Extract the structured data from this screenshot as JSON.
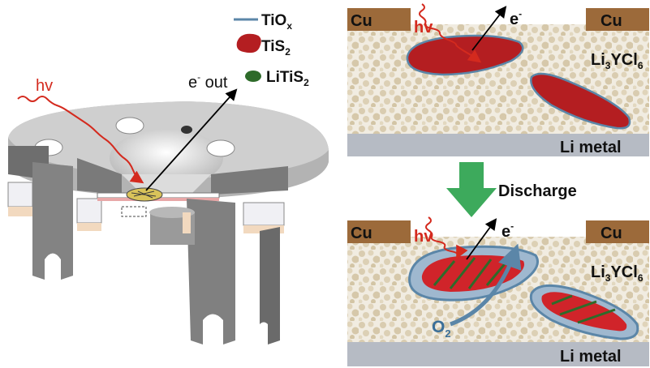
{
  "left": {
    "light": "hv",
    "electron": "e",
    "electron_sup": "-",
    "electron_suffix": " out"
  },
  "legend": {
    "tiox": {
      "main": "TiO",
      "sub": "x",
      "color": "#5b86a8"
    },
    "tis2": {
      "main": "TiS",
      "sub": "2",
      "color": "#b41e21"
    },
    "litis2": {
      "main": "LiTiS",
      "sub": "2",
      "color": "#2e6b2a"
    }
  },
  "top_panel": {
    "cu_left": "Cu",
    "cu_right": "Cu",
    "light": "hv",
    "electron": "e",
    "electron_sup": "-",
    "electrolyte": {
      "a": "Li",
      "s1": "3",
      "b": "YCl",
      "s2": "6"
    },
    "anode": "Li metal"
  },
  "arrow": {
    "label": "Discharge",
    "color": "#3daa5c"
  },
  "bottom_panel": {
    "cu_left": "Cu",
    "cu_right": "Cu",
    "light": "hv",
    "electron": "e",
    "electron_sup": "-",
    "electrolyte": {
      "a": "Li",
      "s1": "3",
      "b": "YCl",
      "s2": "6"
    },
    "gas": {
      "main": "O",
      "sub": "2"
    },
    "anode": "Li metal"
  },
  "colors": {
    "copper": "#9c6a3a",
    "electrolyte_bg": "#f1ece1",
    "li_metal": "#b6bbc4",
    "tis2": "#b41e21",
    "tiox": "#5b86a8",
    "litis2": "#2e6b2a",
    "photon": "#d42a1e"
  }
}
